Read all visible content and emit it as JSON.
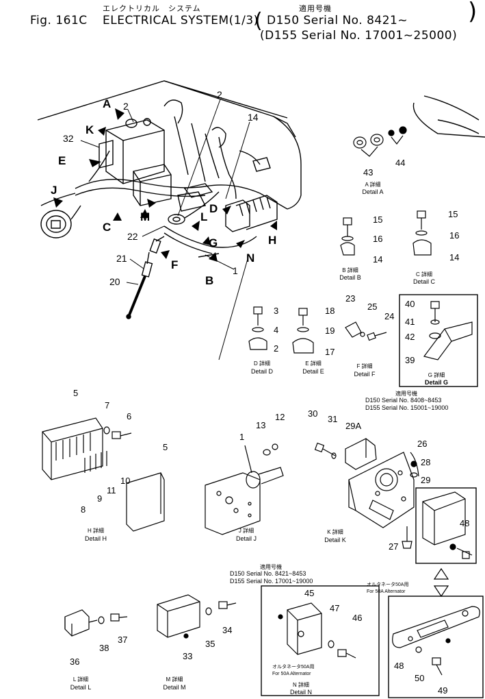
{
  "header": {
    "jp_title": "エレクトリカル　システム",
    "jp_applicable": "適用号機",
    "fig": "Fig. 161C",
    "title": "ELECTRICAL SYSTEM(1/3)",
    "serial_1": "D150 Serial No. 8421~",
    "serial_2": "(D155 Serial No. 17001~25000)"
  },
  "labels": {
    "main": [
      {
        "id": "lbl-2a",
        "text": "2"
      },
      {
        "id": "lbl-2b",
        "text": "2"
      },
      {
        "id": "lbl-14",
        "text": "14"
      },
      {
        "id": "lbl-32",
        "text": "32"
      },
      {
        "id": "lbl-22",
        "text": "22"
      },
      {
        "id": "lbl-21",
        "text": "21"
      },
      {
        "id": "lbl-20",
        "text": "20"
      },
      {
        "id": "lbl-1",
        "text": "1"
      },
      {
        "id": "lbl-A",
        "text": "A"
      },
      {
        "id": "lbl-K",
        "text": "K"
      },
      {
        "id": "lbl-E",
        "text": "E"
      },
      {
        "id": "lbl-J",
        "text": "J"
      },
      {
        "id": "lbl-C",
        "text": "C"
      },
      {
        "id": "lbl-M",
        "text": "M"
      },
      {
        "id": "lbl-L",
        "text": "L"
      },
      {
        "id": "lbl-D",
        "text": "D"
      },
      {
        "id": "lbl-G",
        "text": "G"
      },
      {
        "id": "lbl-F",
        "text": "F"
      },
      {
        "id": "lbl-B",
        "text": "B"
      },
      {
        "id": "lbl-H",
        "text": "H"
      },
      {
        "id": "lbl-N",
        "text": "N"
      }
    ],
    "parts": [
      {
        "id": "p43",
        "text": "43"
      },
      {
        "id": "p44",
        "text": "44"
      },
      {
        "id": "p15b",
        "text": "15"
      },
      {
        "id": "p16b",
        "text": "16"
      },
      {
        "id": "p14b",
        "text": "14"
      },
      {
        "id": "p15c",
        "text": "15"
      },
      {
        "id": "p16c",
        "text": "16"
      },
      {
        "id": "p14c",
        "text": "14"
      },
      {
        "id": "p3",
        "text": "3"
      },
      {
        "id": "p4",
        "text": "4"
      },
      {
        "id": "p2d",
        "text": "2"
      },
      {
        "id": "p18",
        "text": "18"
      },
      {
        "id": "p19",
        "text": "19"
      },
      {
        "id": "p17",
        "text": "17"
      },
      {
        "id": "p23",
        "text": "23"
      },
      {
        "id": "p25",
        "text": "25"
      },
      {
        "id": "p24",
        "text": "24"
      },
      {
        "id": "p40",
        "text": "40"
      },
      {
        "id": "p41",
        "text": "41"
      },
      {
        "id": "p42",
        "text": "42"
      },
      {
        "id": "p39",
        "text": "39"
      },
      {
        "id": "p5a",
        "text": "5"
      },
      {
        "id": "p7",
        "text": "7"
      },
      {
        "id": "p6",
        "text": "6"
      },
      {
        "id": "p10",
        "text": "10"
      },
      {
        "id": "p11",
        "text": "11"
      },
      {
        "id": "p9",
        "text": "9"
      },
      {
        "id": "p8",
        "text": "8"
      },
      {
        "id": "p5b",
        "text": "5"
      },
      {
        "id": "p13",
        "text": "13"
      },
      {
        "id": "p12",
        "text": "12"
      },
      {
        "id": "p1j",
        "text": "1"
      },
      {
        "id": "p30",
        "text": "30"
      },
      {
        "id": "p31",
        "text": "31"
      },
      {
        "id": "p29A",
        "text": "29A"
      },
      {
        "id": "p26",
        "text": "26"
      },
      {
        "id": "p28",
        "text": "28"
      },
      {
        "id": "p29",
        "text": "29"
      },
      {
        "id": "p48k",
        "text": "48"
      },
      {
        "id": "p27",
        "text": "27"
      },
      {
        "id": "p36",
        "text": "36"
      },
      {
        "id": "p38",
        "text": "38"
      },
      {
        "id": "p37",
        "text": "37"
      },
      {
        "id": "p33",
        "text": "33"
      },
      {
        "id": "p35",
        "text": "35"
      },
      {
        "id": "p34",
        "text": "34"
      },
      {
        "id": "p45",
        "text": "45"
      },
      {
        "id": "p47",
        "text": "47"
      },
      {
        "id": "p46",
        "text": "46"
      },
      {
        "id": "p48n",
        "text": "48"
      },
      {
        "id": "p50",
        "text": "50"
      },
      {
        "id": "p49",
        "text": "49"
      }
    ]
  },
  "captions": {
    "A": {
      "jp": "A 詳細",
      "en": "Detail A"
    },
    "B": {
      "jp": "B 詳細",
      "en": "Detail B"
    },
    "C": {
      "jp": "C 詳細",
      "en": "Detail C"
    },
    "D": {
      "jp": "D 詳細",
      "en": "Detail D"
    },
    "E": {
      "jp": "E 詳細",
      "en": "Detail E"
    },
    "F": {
      "jp": "F 詳細",
      "en": "Detail F"
    },
    "G": {
      "jp": "G 詳細",
      "en": "Detail G"
    },
    "H": {
      "jp": "H 詳細",
      "en": "Detail H"
    },
    "J": {
      "jp": "J 詳細",
      "en": "Detail J"
    },
    "K": {
      "jp": "K 詳細",
      "en": "Detail K"
    },
    "L": {
      "jp": "L 詳細",
      "en": "Detail L"
    },
    "M": {
      "jp": "M 詳細",
      "en": "Detail M"
    },
    "N": {
      "jp": "N 詳細",
      "en": "Detail N"
    }
  },
  "applicability": {
    "g": {
      "jp": "適用号機",
      "d150": "D150  Serial No. 8408~8453",
      "d155": "D155  Serial No. 15001~19000"
    },
    "k": {
      "jp": "適用号機",
      "d150": "D150  Serial No. 8421~8453",
      "d155": "D155  Serial No. 17001~19000"
    }
  },
  "notes": {
    "alt_jp": "オルタネータ50A用",
    "alt_en": "For 50A Alternator"
  }
}
